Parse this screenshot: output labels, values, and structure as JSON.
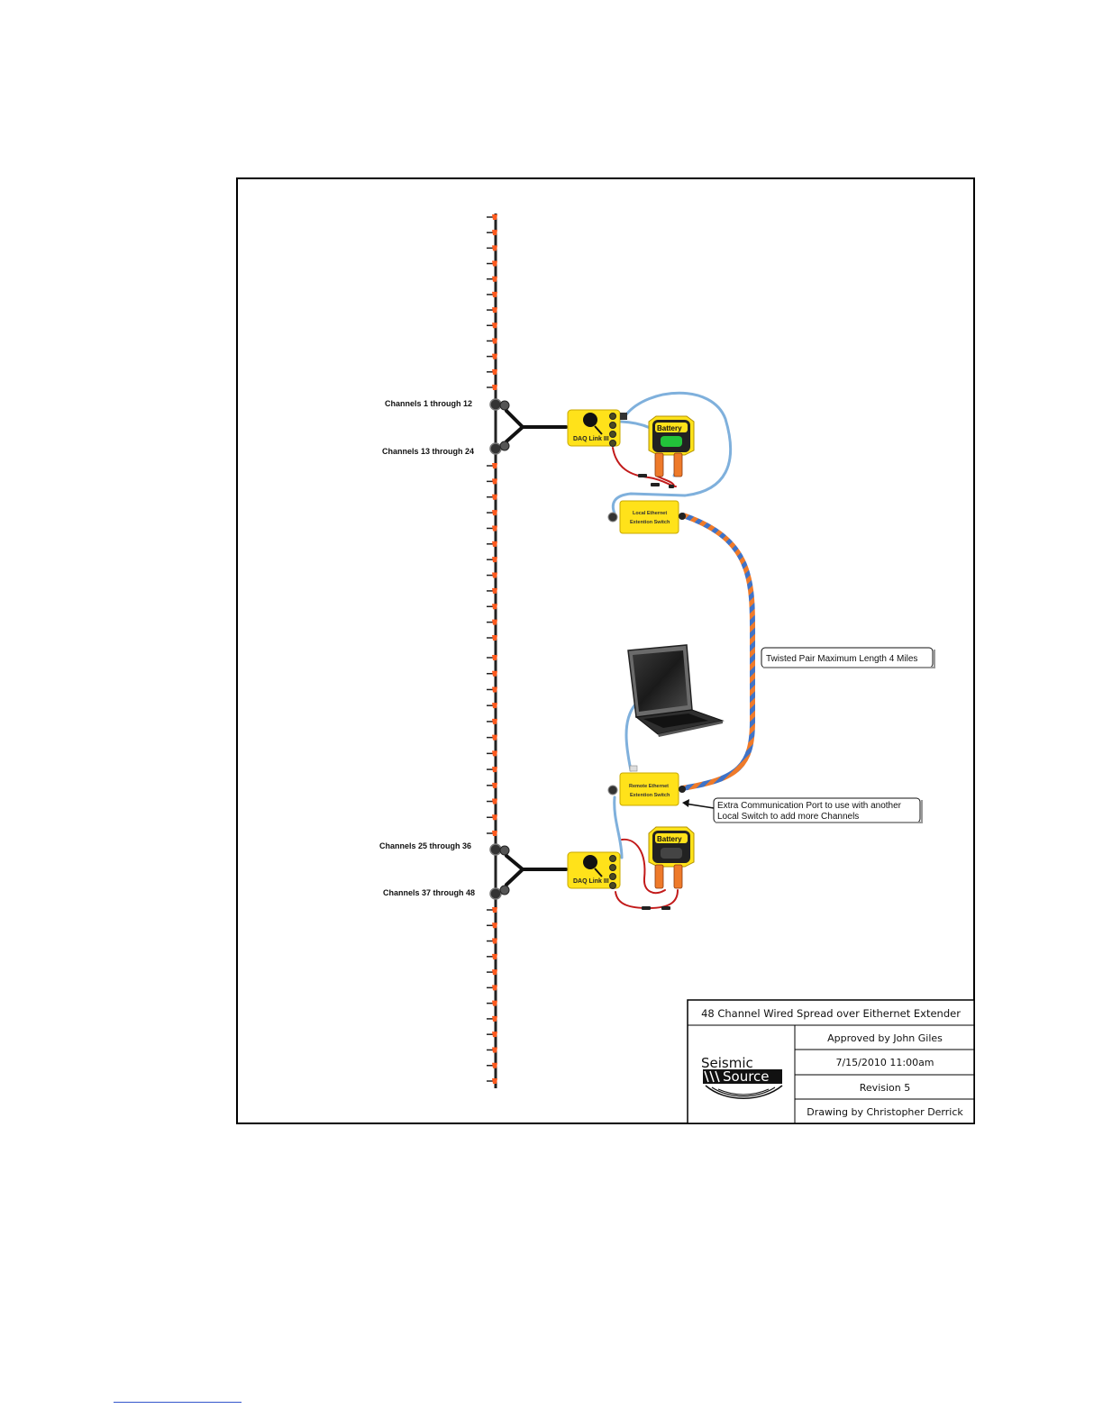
{
  "diagram": {
    "channel_labels": [
      "Channels 1 through 12",
      "Channels 13 through 24",
      "Channels 25 through 36",
      "Channels 37 through 48"
    ],
    "daq_label_top": "DAQ Link III",
    "daq_label_bottom": "DAQ Link III",
    "battery_label_top": "Battery",
    "battery_label_bottom": "Battery",
    "local_switch_line1": "Local Ethernet",
    "local_switch_line2": "Extention Switch",
    "remote_switch_line1": "Remote Ethernet",
    "remote_switch_line2": "Extention Switch",
    "callout_twisted_pair": "Twisted Pair Maximum Length 4 Miles",
    "callout_extra_port_line1": "Extra Communication Port to use with another",
    "callout_extra_port_line2": "Local Switch to add more Channels"
  },
  "title_block": {
    "title": "48 Channel Wired Spread over Eithernet Extender",
    "approved": "Approved by John Giles",
    "date": "7/15/2010 11:00am",
    "revision": "Revision 5",
    "drawn_by": "Drawing by Christopher Derrick",
    "logo_line1": "Seismic",
    "logo_line2": "Source"
  },
  "colors": {
    "geophone": "#ff5a1e",
    "device_yellow": "#ffe21a",
    "cable_blue": "#7fb0dc",
    "cable_red": "#c21a1a",
    "twisted_orange": "#ee7a2a",
    "twisted_blue": "#3f73c7"
  }
}
